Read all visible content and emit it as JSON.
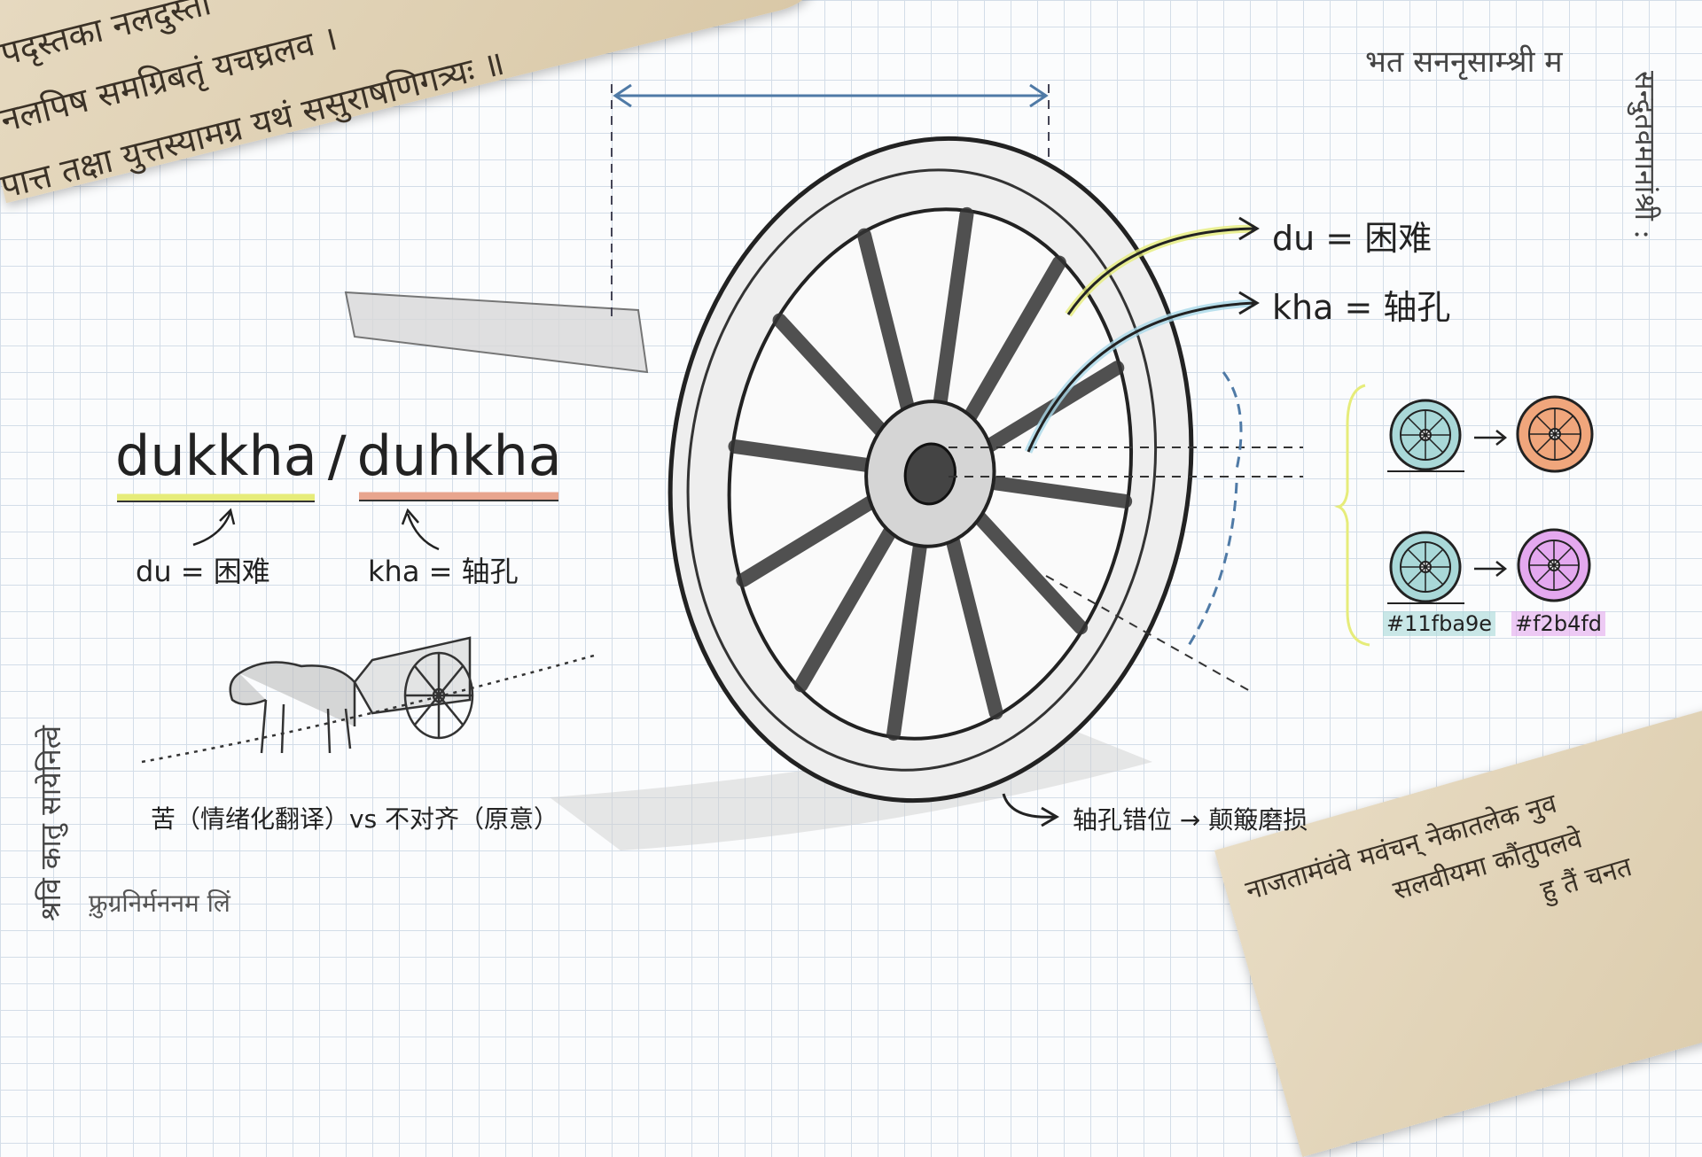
{
  "top_left_scroll": {
    "lines": [
      "पदृस्तका नलदुस्ता",
      "नलपिष समग्रिबतृं यचघ्रलव ।",
      "पात्त तक्षा युत्तस्यामग्र यथं ससुराषणिगत्र्यः ॥"
    ]
  },
  "top_right_note": "भत सननृसाम्श्री म",
  "right_vertical_note": "सन्दुतवमानांश्री :",
  "left_vertical_note": "श्रवि कातु सायेनित्वे",
  "bottom_left_note": "फ़्रुग्रनिर्मननम लिं",
  "bottom_right_scroll": {
    "lines": [
      "नाजतामंवंवे मवंचन् नेकातलेक नुव",
      "सलवीयमा कौंतुपलवे",
      "हु तैं चनत"
    ]
  },
  "main_term": {
    "word1": "dukkha",
    "separator": "/",
    "word2": "duhkha",
    "gloss1": "du = 困难",
    "gloss2": "kha = 轴孔"
  },
  "cart_caption": "苦（情绪化翻译）vs 不对齐（原意）",
  "wheel_labels": {
    "du": "du = 困难",
    "kha": "kha = 轴孔",
    "misalign": "轴孔错位 → 颠簸磨损"
  },
  "legend": {
    "hex1": "#11fba9e",
    "hex2": "#f2b4fd"
  },
  "colors": {
    "yellow_highlight": "#e6ec7a",
    "red_highlight": "#e8a58e",
    "blue_arrow": "#4f7aa6",
    "teal_wheel": "#a9d8d8",
    "orange_wheel": "#f0a67c",
    "pink_wheel": "#e4a8ef"
  }
}
